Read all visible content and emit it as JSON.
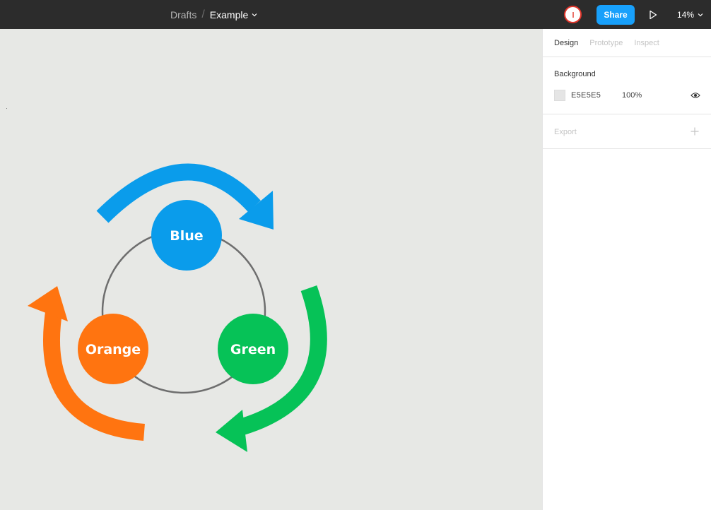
{
  "topbar": {
    "breadcrumb_root": "Drafts",
    "breadcrumb_separator": "/",
    "file_name": "Example",
    "share_label": "Share",
    "zoom_label": "14%"
  },
  "panel": {
    "tabs": [
      {
        "label": "Design",
        "active": true
      },
      {
        "label": "Prototype",
        "active": false
      },
      {
        "label": "Inspect",
        "active": false
      }
    ],
    "background": {
      "title": "Background",
      "hex": "E5E5E5",
      "opacity": "100%"
    },
    "export": {
      "title": "Export"
    }
  },
  "diagram": {
    "nodes": [
      {
        "label": "Blue",
        "color": "#0a9ceb"
      },
      {
        "label": "Orange",
        "color": "#ff7410"
      },
      {
        "label": "Green",
        "color": "#06c257"
      }
    ],
    "ring_color": "#6e6e6e"
  },
  "colors": {
    "accent": "#18a0fb",
    "topbar": "#2c2c2c",
    "canvas": "#e7e8e5"
  }
}
